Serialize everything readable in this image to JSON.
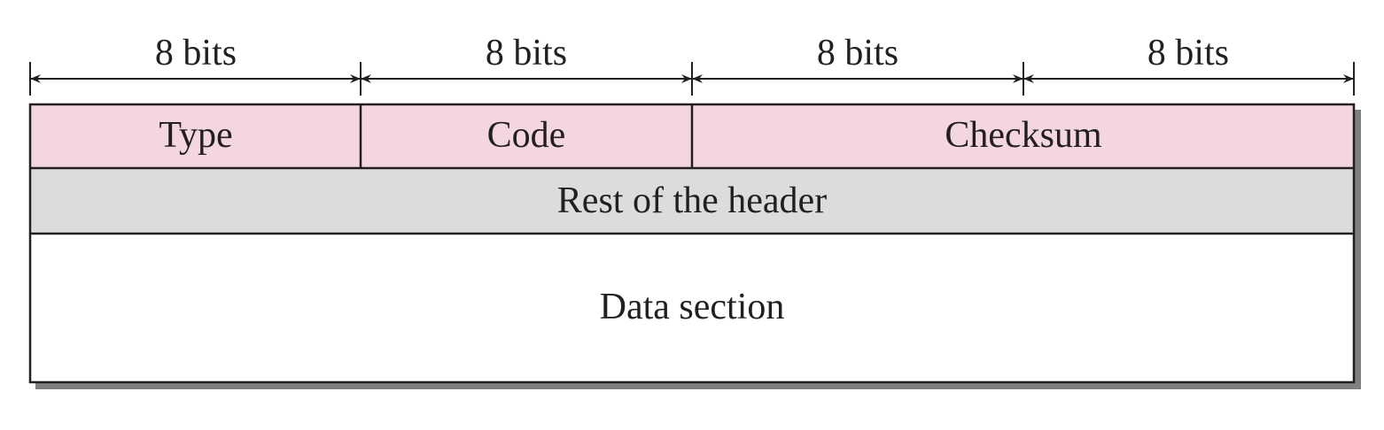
{
  "header": {
    "widths": [
      "8 bits",
      "8 bits",
      "8 bits",
      "8 bits"
    ]
  },
  "fields": {
    "type": "Type",
    "code": "Code",
    "checksum": "Checksum",
    "rest": "Rest of the header",
    "data": "Data section"
  },
  "colors": {
    "header_fill": "#f4d6e3",
    "rest_fill": "#dcdcdd",
    "data_fill": "#ffffff",
    "line": "#231f20",
    "shadow": "#808080"
  }
}
